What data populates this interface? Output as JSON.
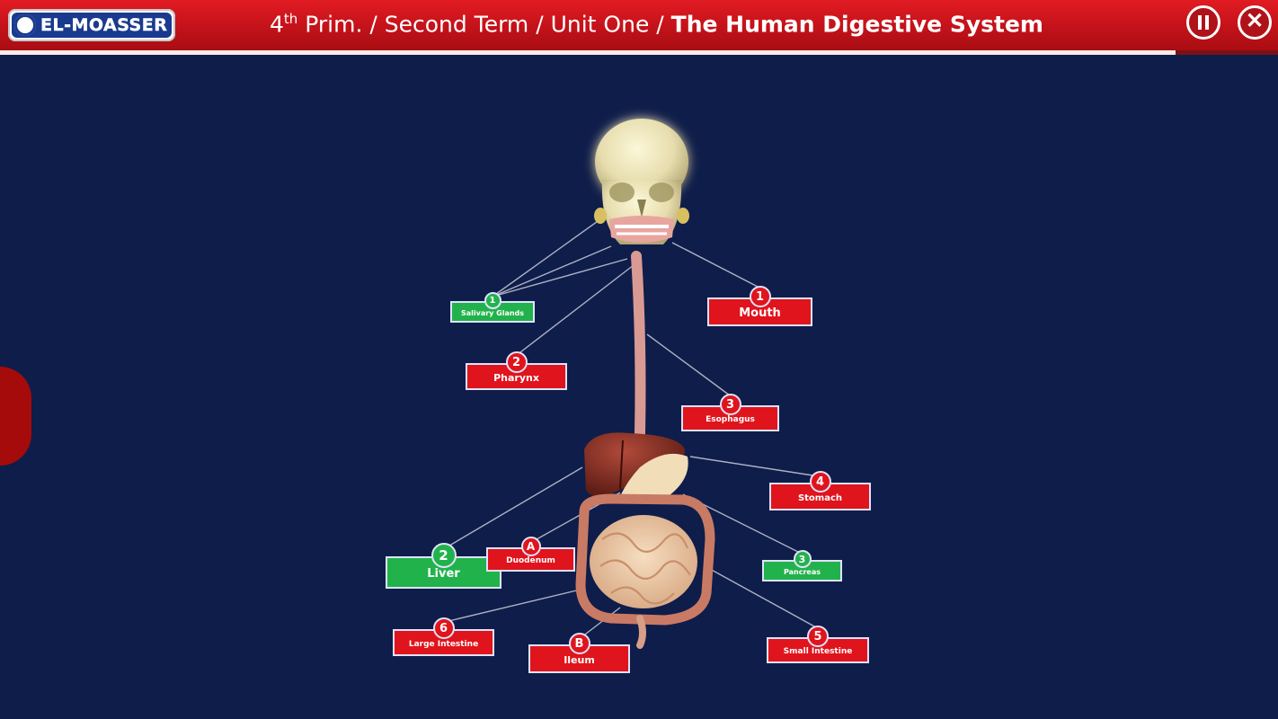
{
  "header": {
    "logo_text": "EL-MOASSER",
    "breadcrumb": {
      "grade": "4",
      "grade_suffix": "th",
      "level": " Prim. / Second Term / Unit One / ",
      "current": "The Human Digestive System"
    },
    "progress_fraction": 0.92
  },
  "controls": {
    "pause_icon": "pause-icon",
    "close_icon": "close-icon",
    "close_glyph": "✕"
  },
  "labels": [
    {
      "id": "salivary-glands",
      "num": "1",
      "text": "Salivary Glands",
      "color": "green"
    },
    {
      "id": "mouth",
      "num": "1",
      "text": "Mouth",
      "color": "red"
    },
    {
      "id": "pharynx",
      "num": "2",
      "text": "Pharynx",
      "color": "red"
    },
    {
      "id": "esophagus",
      "num": "3",
      "text": "Esophagus",
      "color": "red"
    },
    {
      "id": "stomach",
      "num": "4",
      "text": "Stomach",
      "color": "red"
    },
    {
      "id": "liver",
      "num": "2",
      "text": "Liver",
      "color": "green"
    },
    {
      "id": "duodenum",
      "num": "A",
      "text": "Duodenum",
      "color": "red"
    },
    {
      "id": "pancreas",
      "num": "3",
      "text": "Pancreas",
      "color": "green"
    },
    {
      "id": "large-intestine",
      "num": "6",
      "text": "Large Intestine",
      "color": "red"
    },
    {
      "id": "ileum",
      "num": "B",
      "text": "Ileum",
      "color": "red"
    },
    {
      "id": "small-intestine",
      "num": "5",
      "text": "Small Intestine",
      "color": "red"
    }
  ],
  "colors": {
    "background": "#0f1d4a",
    "accent_red": "#e0141c",
    "accent_green": "#22b24c",
    "header_red": "#c3121a"
  }
}
